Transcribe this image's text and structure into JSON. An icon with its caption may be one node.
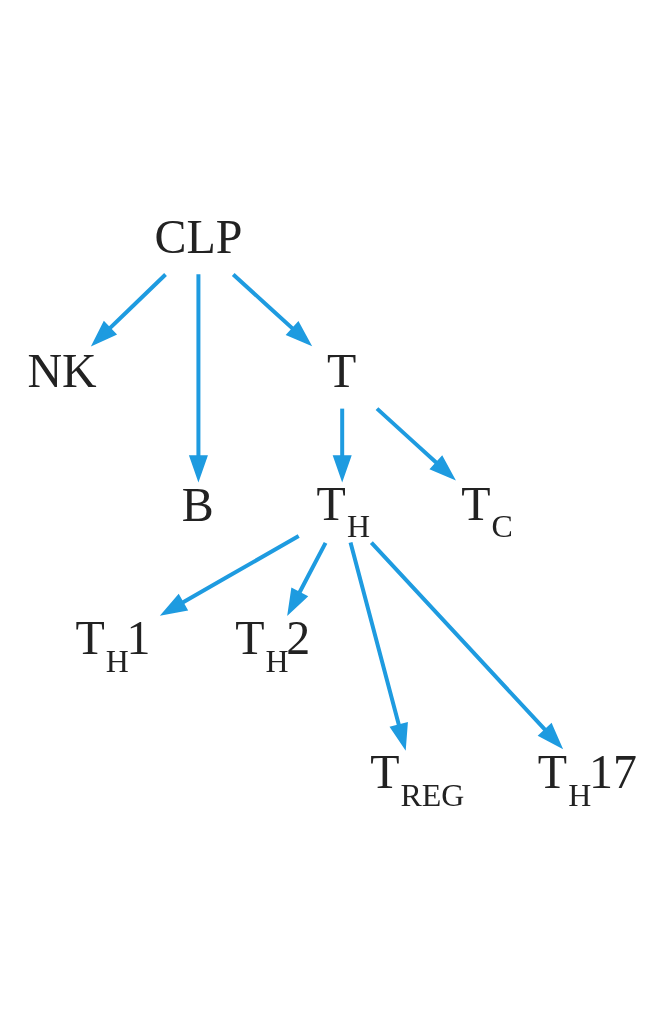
{
  "diagram": {
    "nodes": [
      {
        "text": [
          "CLP"
        ]
      },
      {
        "text": [
          "NK"
        ]
      },
      {
        "text": [
          "B"
        ]
      },
      {
        "text": [
          "T"
        ]
      },
      {
        "text": [
          "T$_{H}$"
        ]
      },
      {
        "text": [
          "T$_{C}$"
        ]
      },
      {
        "text": [
          "T$_{H}$1"
        ]
      },
      {
        "text": [
          "T$_{H}$2"
        ]
      },
      {
        "text": [
          "T$_{REG}$"
        ]
      },
      {
        "text": [
          "T$_{H}$17"
        ]
      }
    ],
    "edges": [
      {
        "from": 0,
        "to": 1,
        "arrow": "to"
      },
      {
        "from": 0,
        "to": 2,
        "arrow": "to"
      },
      {
        "from": 0,
        "to": 3,
        "arrow": "to"
      },
      {
        "from": 3,
        "to": 4,
        "arrow": "to"
      },
      {
        "from": 3,
        "to": 5,
        "arrow": "to"
      },
      {
        "from": 4,
        "to": 6,
        "arrow": "to"
      },
      {
        "from": 4,
        "to": 8,
        "arrow": "to"
      },
      {
        "from": 4,
        "to": 9,
        "arrow": "to"
      },
      {
        "from": 4,
        "to": 7,
        "arrow": "to"
      }
    ]
  }
}
